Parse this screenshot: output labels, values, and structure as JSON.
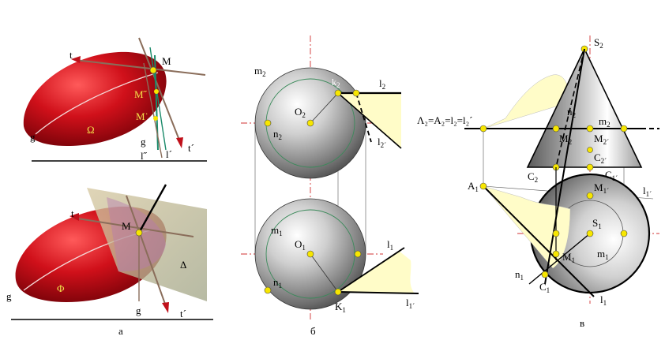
{
  "panel_a": {
    "top": {
      "t": "t",
      "M": "M",
      "M_dd": "M˝",
      "M_d": "M˙",
      "g": "g",
      "omega": "Ω",
      "g2": "g",
      "l_dd": "l˝",
      "l_d": "l´",
      "t_d": "t´"
    },
    "bottom": {
      "t": "t",
      "M": "M",
      "phi": "Φ",
      "delta": "Δ",
      "g": "g",
      "g2": "g",
      "t_d": "t´"
    },
    "caption": "а"
  },
  "panel_b": {
    "m2": "m",
    "m2_sub": "2",
    "k2": "k",
    "k2_sub": "2",
    "l2": "l",
    "l2_sub": "2",
    "O2": "O",
    "O2_sub": "2",
    "n2": "n",
    "n2_sub": "2",
    "l2p": "l",
    "l2p_sub": "2´",
    "m1": "m",
    "m1_sub": "1",
    "O1": "O",
    "O1_sub": "1",
    "l1": "l",
    "l1_sub": "1",
    "n1": "n",
    "n1_sub": "1",
    "K1": "K",
    "K1_sub": "1",
    "l1p": "l",
    "l1p_sub": "1´",
    "caption": "б"
  },
  "panel_c": {
    "S2": "S",
    "S2_sub": "2",
    "lambda_label": "Λ₂=A₂=l₂=l₂´",
    "n2": "n",
    "n2_sub": "2",
    "m2": "m",
    "m2_sub": "2",
    "M2": "M",
    "M2_sub": "2",
    "M2p": "M",
    "M2p_sub": "2´",
    "C2": "C",
    "C2_sub": "2",
    "C2p": "C",
    "C2p_sub": "2´",
    "C1p": "C",
    "C1p_sub": "1´",
    "A1": "A",
    "A1_sub": "1",
    "M1p": "M",
    "M1p_sub": "1´",
    "l1p": "l",
    "l1p_sub": "1´",
    "S1": "S",
    "S1_sub": "1",
    "M1": "M",
    "M1_sub": "1",
    "m1": "m",
    "m1_sub": "1",
    "n1": "n",
    "n1_sub": "1",
    "C1": "C",
    "C1_sub": "1",
    "l1": "l",
    "l1_sub": "1",
    "caption": "в"
  },
  "colors": {
    "body_red": "#c8101a",
    "point_yellow": "#f7e600",
    "plane_tint": "#fffcc8",
    "centerline_red": "#d23030"
  }
}
